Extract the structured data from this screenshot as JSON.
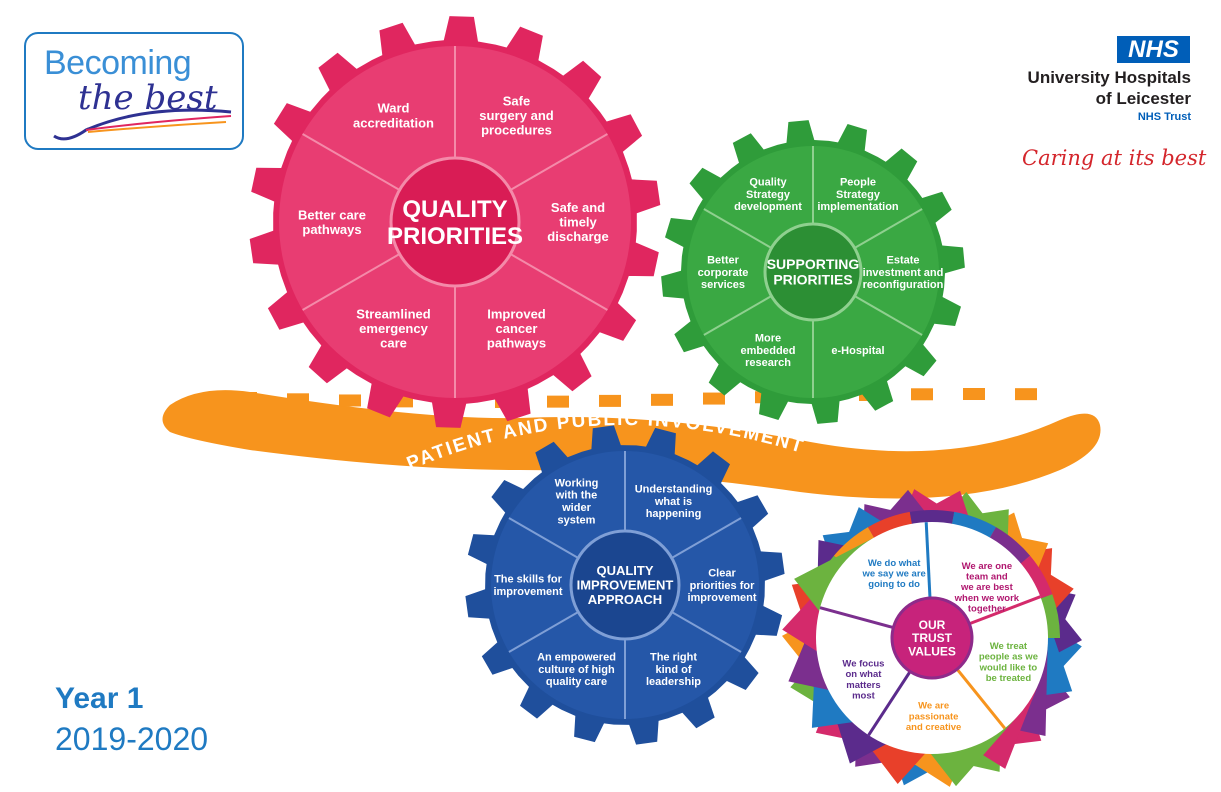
{
  "logo": {
    "becoming": "Becoming",
    "the_best": "the best"
  },
  "nhs": {
    "badge": "NHS",
    "org_line1": "University Hospitals",
    "org_line2": "of Leicester",
    "trust": "NHS Trust",
    "tagline": "Caring at its best"
  },
  "year": {
    "title": "Year 1",
    "range": "2019-2020"
  },
  "quality_priorities": {
    "center": [
      "QUALITY",
      "PRIORITIES"
    ],
    "color": "#e0265f",
    "segments": [
      [
        "Safe",
        "surgery and",
        "procedures"
      ],
      [
        "Safe and",
        "timely",
        "discharge"
      ],
      [
        "Improved",
        "cancer",
        "pathways"
      ],
      [
        "Streamlined",
        "emergency",
        "care"
      ],
      [
        "Better care",
        "pathways"
      ],
      [
        "Ward",
        "accreditation"
      ]
    ]
  },
  "supporting_priorities": {
    "center": [
      "SUPPORTING",
      "PRIORITIES"
    ],
    "color": "#2f9c3a",
    "segments": [
      [
        "People",
        "Strategy",
        "implementation"
      ],
      [
        "Estate",
        "investment and",
        "reconfiguration"
      ],
      [
        "e-Hospital"
      ],
      [
        "More",
        "embedded",
        "research"
      ],
      [
        "Better",
        "corporate",
        "services"
      ],
      [
        "Quality",
        "Strategy",
        "development"
      ]
    ]
  },
  "patient_involvement": {
    "label": "PATIENT AND PUBLIC INVOLVEMENT",
    "color": "#f7941d"
  },
  "quality_improvement": {
    "center": [
      "QUALITY",
      "IMPROVEMENT",
      "APPROACH"
    ],
    "color": "#1f4f9c",
    "segments": [
      [
        "Understanding",
        "what is",
        "happening"
      ],
      [
        "Clear",
        "priorities for",
        "improvement"
      ],
      [
        "The right",
        "kind of",
        "leadership"
      ],
      [
        "An empowered",
        "culture of high",
        "quality care"
      ],
      [
        "The skills for",
        "improvement"
      ],
      [
        "Working",
        "with the",
        "wider",
        "system"
      ]
    ]
  },
  "trust_values": {
    "center": [
      "OUR",
      "TRUST",
      "VALUES"
    ],
    "segments": [
      {
        "lines": [
          "We do what",
          "we say we are",
          "going to do"
        ],
        "color": "#1f7ac2"
      },
      {
        "lines": [
          "We are one",
          "team and",
          "we are best",
          "when we work",
          "together"
        ],
        "color": "#b0176f"
      },
      {
        "lines": [
          "We treat",
          "people as we",
          "would like to",
          "be treated"
        ],
        "color": "#6cb33f"
      },
      {
        "lines": [
          "We are",
          "passionate",
          "and creative"
        ],
        "color": "#f7941d"
      },
      {
        "lines": [
          "We focus",
          "on what",
          "matters",
          "most"
        ],
        "color": "#5b2b8c"
      }
    ],
    "rim_colors": [
      "#1f7ac2",
      "#7b2f8e",
      "#d42a6b",
      "#6cb33f",
      "#f7941d",
      "#e8402a",
      "#5b2b8c"
    ]
  }
}
